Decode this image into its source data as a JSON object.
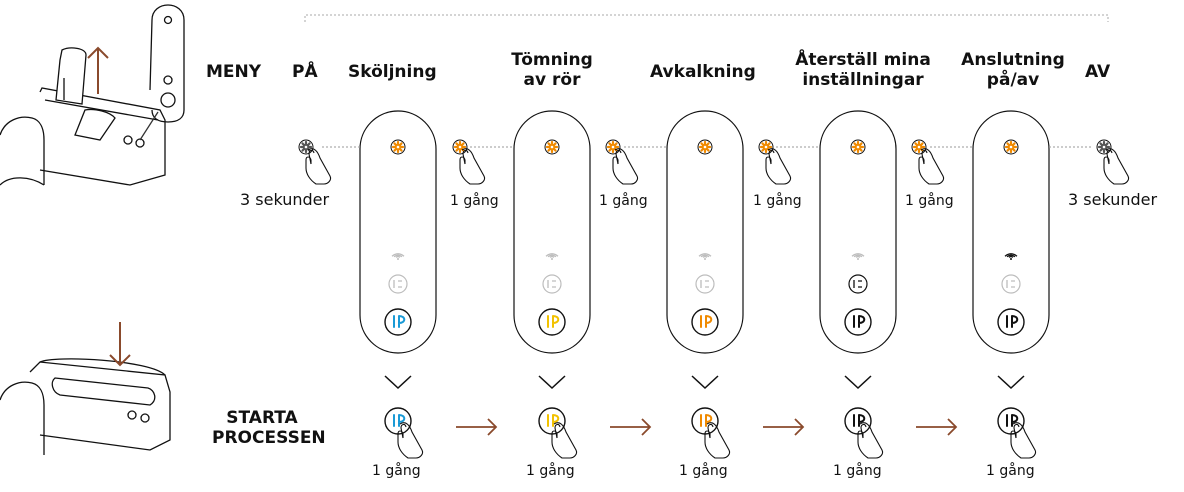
{
  "menu_label": "MENY",
  "on_label": "PÅ",
  "off_label": "AV",
  "start_label_line1": "STARTA",
  "start_label_line2": "PROCESSEN",
  "hold_3s": "3 sekunder",
  "press_once": "1 gång",
  "modes": [
    {
      "title_line1": "Sköljning",
      "title_line2": "",
      "accent": "#1a9ad6",
      "wifi_on": false,
      "descale_on": false
    },
    {
      "title_line1": "Tömning",
      "title_line2": "av rör",
      "accent": "#f2c200",
      "wifi_on": false,
      "descale_on": false
    },
    {
      "title_line1": "Avkalkning",
      "title_line2": "",
      "accent": "#f08a00",
      "wifi_on": false,
      "descale_on": false
    },
    {
      "title_line1": "Återställ mina",
      "title_line2": "inställningar",
      "accent": "#111111",
      "wifi_on": false,
      "descale_on": true
    },
    {
      "title_line1": "Anslutning",
      "title_line2": "på/av",
      "accent": "#111111",
      "wifi_on": true,
      "descale_on": false
    }
  ],
  "colors": {
    "gear_active": "#f08a00",
    "arrow": "#8a4a2c",
    "inactive": "#bdbdbd"
  }
}
